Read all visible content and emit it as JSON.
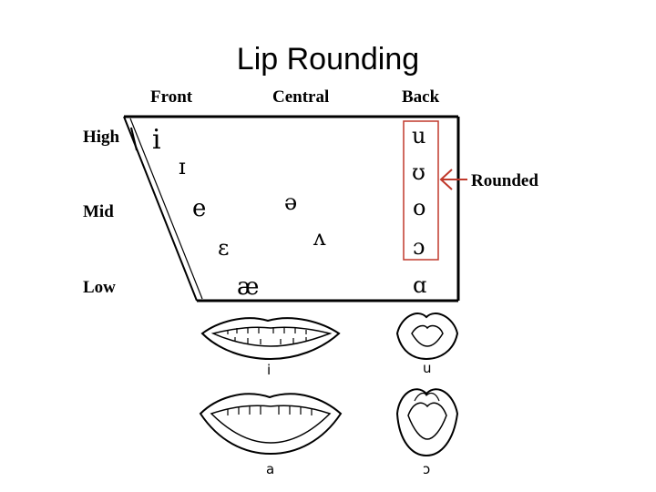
{
  "title": "Lip Rounding",
  "columns": {
    "front": "Front",
    "central": "Central",
    "back": "Back"
  },
  "rows": {
    "high": "High",
    "mid": "Mid",
    "low": "Low"
  },
  "vowels": {
    "i": "i",
    "ih": "ɪ",
    "e": "e",
    "eh": "ɛ",
    "ae": "æ",
    "schwa": "ə",
    "wedge": "ʌ",
    "u": "u",
    "uh": "ʊ",
    "o": "o",
    "open_o": "ɔ",
    "script_a": "ɑ"
  },
  "rounded_label": "Rounded",
  "lip_labels": {
    "i": "i",
    "u": "u",
    "a": "a",
    "open_o": "ɔ"
  },
  "colors": {
    "arrow": "#c0392b",
    "box": "#c0392b",
    "lines": "#000000"
  },
  "icons": {
    "arrow": "arrow-left-icon"
  }
}
